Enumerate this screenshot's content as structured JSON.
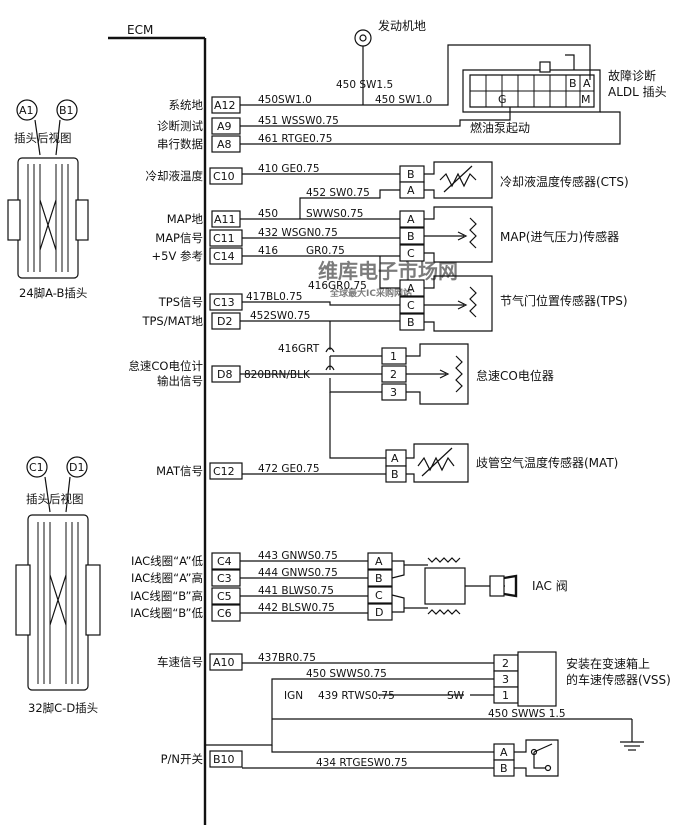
{
  "ecm_label": "ECM",
  "ground_top_label": "发动机地",
  "connector_ab": {
    "left_mark": "A1",
    "right_mark": "B1",
    "view": "插头后视图",
    "caption": "24脚A-B插头"
  },
  "connector_cd": {
    "left_mark": "C1",
    "right_mark": "D1",
    "view": "插头后视图",
    "caption": "32脚C-D插头"
  },
  "ecm_pins": [
    {
      "label": "系统地",
      "pin": "A12"
    },
    {
      "label": "诊断测试",
      "pin": "A9"
    },
    {
      "label": "串行数据",
      "pin": "A8"
    },
    {
      "label": "冷却液温度",
      "pin": "C10"
    },
    {
      "label": "MAP地",
      "pin": "A11"
    },
    {
      "label": "MAP信号",
      "pin": "C11"
    },
    {
      "label": "+5V 参考",
      "pin": "C14"
    },
    {
      "label": "TPS信号",
      "pin": "C13"
    },
    {
      "label": "TPS/MAT地",
      "pin": "D2"
    },
    {
      "label": "怠速CO电位计",
      "pin": ""
    },
    {
      "label": "输出信号",
      "pin": "D8"
    },
    {
      "label": "MAT信号",
      "pin": "C12"
    },
    {
      "label": "IAC线圈“A”低",
      "pin": "C4"
    },
    {
      "label": "IAC线圈“A”高",
      "pin": "C3"
    },
    {
      "label": "IAC线圈“B”高",
      "pin": "C5"
    },
    {
      "label": "IAC线圈“B”低",
      "pin": "C6"
    },
    {
      "label": "车速信号",
      "pin": "A10"
    },
    {
      "label": "P/N开关",
      "pin": "B10"
    }
  ],
  "wires": [
    "450 SW1.5",
    "450SW1.0",
    "450 SW1.0",
    "451 WSSW0.75",
    "461 RTGE0.75",
    "410 GE0.75",
    "452 SW0.75",
    "450",
    "SWWS0.75",
    "432 WSGN0.75",
    "416",
    "GR0.75",
    "416GR0.75",
    "417BL0.75",
    "452SW0.75",
    "416GRT",
    "820BRN/BLK",
    "472 GE0.75",
    "443 GNWS0.75",
    "444 GNWS0.75",
    "441 BLWS0.75",
    "442 BLSW0.75",
    "437BR0.75",
    "450 SWWS0.75",
    "IGN",
    "439 RTWS0.75",
    "SW",
    "450 SWWS 1.5",
    "434 RTGESW0.75"
  ],
  "aldl": {
    "title": "故障诊断",
    "subtitle": "ALDL 插头",
    "pins": [
      "B",
      "A",
      "G",
      "M"
    ],
    "fuel_pump_label": "燃油泵起动"
  },
  "components": {
    "cts": {
      "name": "冷却液温度传感器(CTS)",
      "pins": [
        "B",
        "A"
      ]
    },
    "map": {
      "name": "MAP(进气压力)传感器",
      "pins": [
        "A",
        "B",
        "C"
      ]
    },
    "tps": {
      "name": "节气门位置传感器(TPS)",
      "pins": [
        "A",
        "C",
        "B"
      ]
    },
    "co": {
      "name": "怠速CO电位器",
      "pins": [
        "1",
        "2",
        "3"
      ]
    },
    "mat": {
      "name": "歧管空气温度传感器(MAT)",
      "pins": [
        "A",
        "B"
      ]
    },
    "iac": {
      "name": "IAC 阀",
      "pins": [
        "A",
        "B",
        "C",
        "D"
      ]
    },
    "vss": {
      "name_line1": "安装在变速箱上",
      "name_line2": "的车速传感器(VSS)",
      "pins": [
        "2",
        "3",
        "1"
      ]
    },
    "pn": {
      "pins": [
        "A",
        "B"
      ]
    }
  },
  "watermark": {
    "main": "维库电子市场网",
    "sub": "全球最大IC采购网站"
  }
}
